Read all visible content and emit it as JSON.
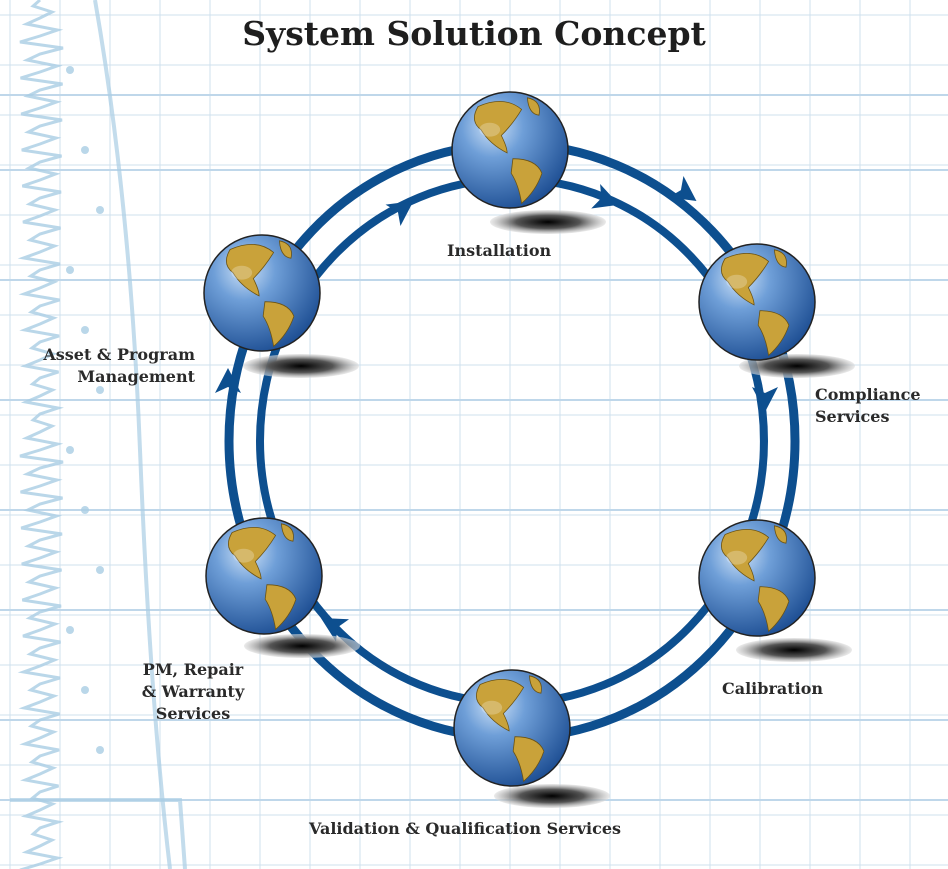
{
  "title": "System Solution Concept",
  "colors": {
    "ring": "#0d4f8f",
    "grid": "#cfe0ee",
    "ecg": "#a9cde4",
    "ocean": "#2f6fb8",
    "land": "#c9a23a",
    "text": "#2a2a2a"
  },
  "nodes": [
    {
      "id": "installation",
      "lines": [
        "Installation"
      ]
    },
    {
      "id": "compliance",
      "lines": [
        "Compliance",
        "Services"
      ]
    },
    {
      "id": "calibration",
      "lines": [
        "Calibration"
      ]
    },
    {
      "id": "validation",
      "lines": [
        "Validation & Qualification Services"
      ]
    },
    {
      "id": "pm-repair",
      "lines": [
        "PM, Repair",
        "& Warranty",
        "Services"
      ]
    },
    {
      "id": "asset",
      "lines": [
        "Asset & Program",
        "Management"
      ]
    }
  ],
  "icons": {
    "node": "globe-icon",
    "arrow": "arrowhead-icon"
  },
  "flow_direction": "clockwise"
}
